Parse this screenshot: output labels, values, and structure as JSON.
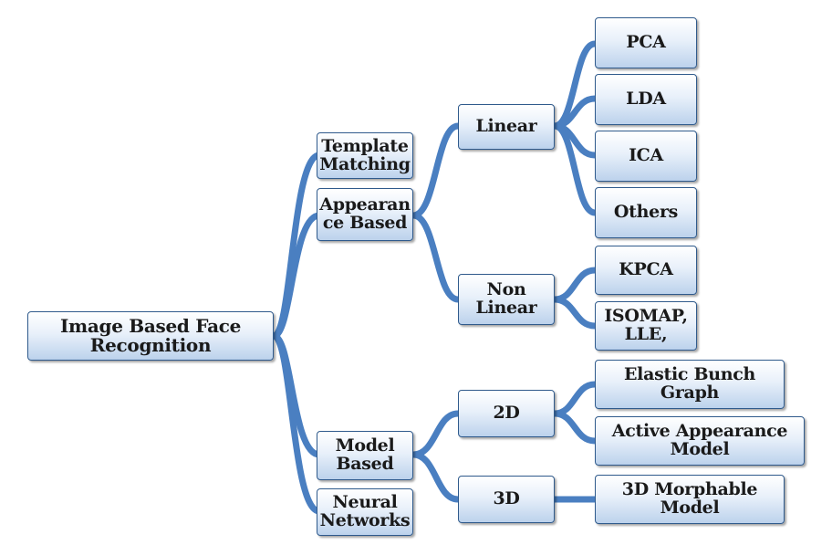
{
  "nodes": {
    "root": "Image Based Face\nRecognition",
    "template_matching": "Template\nMatching",
    "appearance_based": "Appearan\nce Based",
    "model_based": "Model\nBased",
    "neural_networks": "Neural\nNetworks",
    "linear": "Linear",
    "non_linear": "Non\nLinear",
    "pca": "PCA",
    "lda": "LDA",
    "ica": "ICA",
    "others": "Others",
    "kpca": "KPCA",
    "isomap": "ISOMAP,\nLLE,",
    "two_d": "2D",
    "three_d": "3D",
    "elastic_bunch": "Elastic Bunch\nGraph",
    "active_appearance": "Active Appearance\nModel",
    "morphable": "3D Morphable\nModel"
  },
  "colors": {
    "connector": "#4a7fc1",
    "node_border": "#2f5a8c",
    "node_fill_top": "#ffffff",
    "node_fill_bottom": "#bcd2ec"
  }
}
